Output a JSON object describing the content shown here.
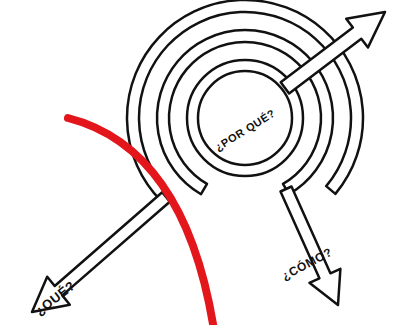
{
  "diagram": {
    "nodes": [
      {
        "text": [
          "¿QUÉ?"
        ]
      },
      {
        "text": [
          "¿CÓMO?"
        ],
        "in": 0
      },
      {
        "text": [
          "¿POR QUÉ?"
        ],
        "in": 1
      }
    ]
  }
}
